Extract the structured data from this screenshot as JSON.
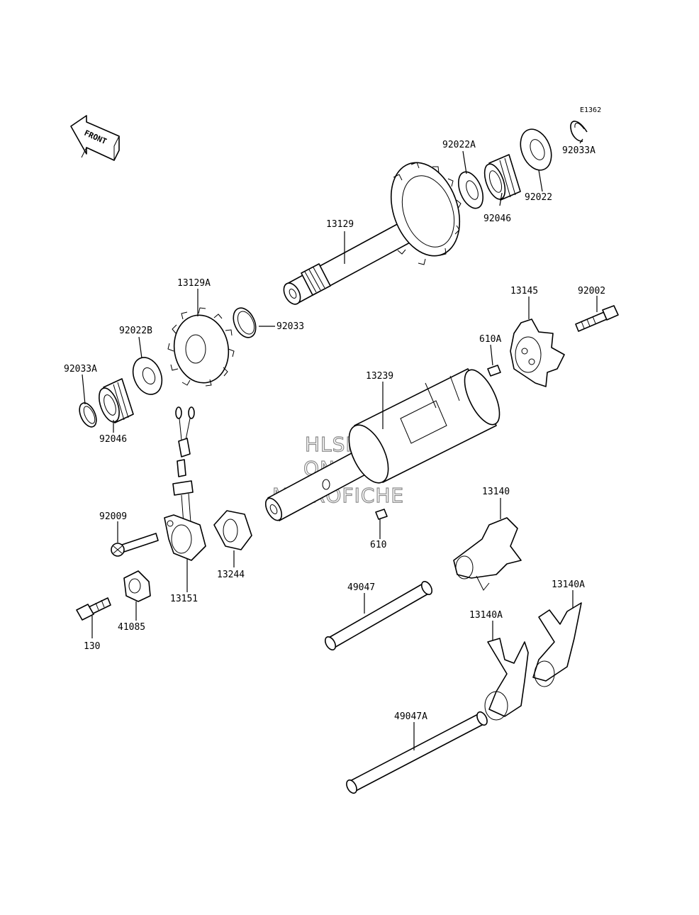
{
  "diagram": {
    "code": "E1362",
    "front_label": "FRONT",
    "watermark": [
      "HLSM'S",
      "ONLINE",
      "MICROFICHE"
    ],
    "callouts": [
      {
        "id": "c-13129",
        "text": "13129"
      },
      {
        "id": "c-92022A",
        "text": "92022A"
      },
      {
        "id": "c-92046-top",
        "text": "92046"
      },
      {
        "id": "c-92022",
        "text": "92022"
      },
      {
        "id": "c-92033A-top",
        "text": "92033A"
      },
      {
        "id": "c-13129A",
        "text": "13129A"
      },
      {
        "id": "c-92033",
        "text": "92033"
      },
      {
        "id": "c-92022B",
        "text": "92022B"
      },
      {
        "id": "c-92033A-left",
        "text": "92033A"
      },
      {
        "id": "c-92046-left",
        "text": "92046"
      },
      {
        "id": "c-13145",
        "text": "13145"
      },
      {
        "id": "c-92002",
        "text": "92002"
      },
      {
        "id": "c-610A",
        "text": "610A"
      },
      {
        "id": "c-13239",
        "text": "13239"
      },
      {
        "id": "c-610",
        "text": "610"
      },
      {
        "id": "c-92009",
        "text": "92009"
      },
      {
        "id": "c-13244",
        "text": "13244"
      },
      {
        "id": "c-13151",
        "text": "13151"
      },
      {
        "id": "c-41085",
        "text": "41085"
      },
      {
        "id": "c-130",
        "text": "130"
      },
      {
        "id": "c-13140",
        "text": "13140"
      },
      {
        "id": "c-49047",
        "text": "49047"
      },
      {
        "id": "c-13140A-right",
        "text": "13140A"
      },
      {
        "id": "c-13140A-mid",
        "text": "13140A"
      },
      {
        "id": "c-49047A",
        "text": "49047A"
      }
    ]
  }
}
